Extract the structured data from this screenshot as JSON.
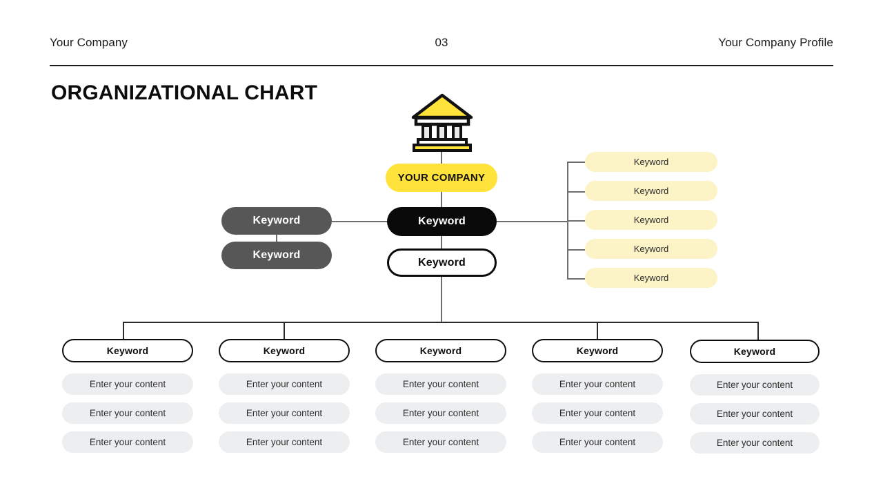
{
  "header": {
    "left": "Your Company",
    "page_number": "03",
    "right": "Your Company Profile"
  },
  "title": "ORGANIZATIONAL CHART",
  "icon": {
    "name": "bank-building-icon",
    "accent": "#ffe23a"
  },
  "colors": {
    "brand_yellow": "#ffe23a",
    "pale_yellow": "#fcf3c6",
    "black": "#0a0a0a",
    "gray_node": "#575757",
    "gray_item": "#eceef0",
    "line": "#6d6d6d"
  },
  "org": {
    "root": {
      "label": "YOUR COMPANY"
    },
    "center": [
      {
        "label": "Keyword",
        "style": "black"
      },
      {
        "label": "Keyword",
        "style": "outline"
      }
    ],
    "left_branch": [
      {
        "label": "Keyword"
      },
      {
        "label": "Keyword"
      }
    ],
    "right_branch": [
      {
        "label": "Keyword"
      },
      {
        "label": "Keyword"
      },
      {
        "label": "Keyword"
      },
      {
        "label": "Keyword"
      },
      {
        "label": "Keyword"
      }
    ],
    "columns": [
      {
        "head": "Keyword",
        "items": [
          "Enter your content",
          "Enter your content",
          "Enter your content"
        ]
      },
      {
        "head": "Keyword",
        "items": [
          "Enter your content",
          "Enter your content",
          "Enter your content"
        ]
      },
      {
        "head": "Keyword",
        "items": [
          "Enter your content",
          "Enter your content",
          "Enter your content"
        ]
      },
      {
        "head": "Keyword",
        "items": [
          "Enter your content",
          "Enter your content",
          "Enter your content"
        ]
      },
      {
        "head": "Keyword",
        "items": [
          "Enter your content",
          "Enter your content",
          "Enter your content"
        ]
      }
    ]
  }
}
